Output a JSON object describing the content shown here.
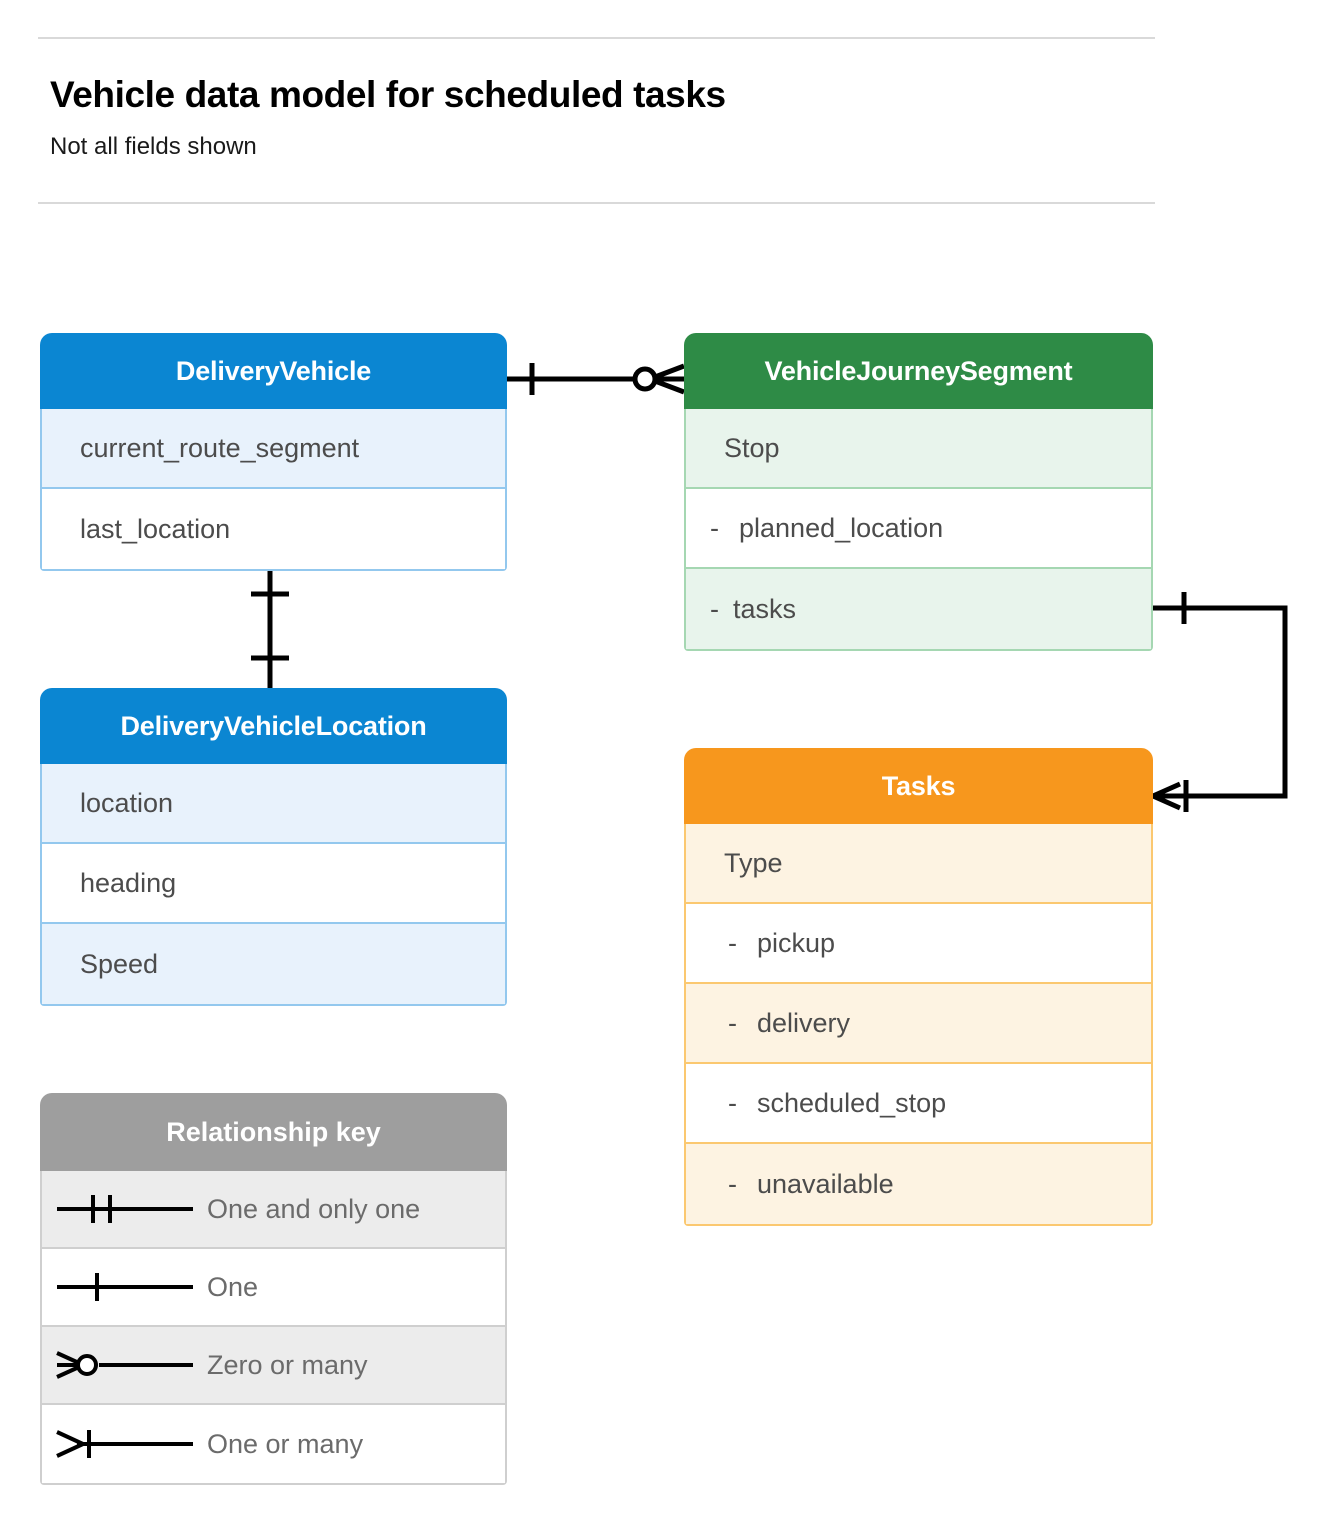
{
  "header": {
    "title": "Vehicle data model for scheduled tasks",
    "subtitle": "Not all fields shown"
  },
  "colors": {
    "blue_header": "#0b86d2",
    "blue_row_alt": "#e8f2fc",
    "blue_border": "#93c8ee",
    "green_header": "#2e8b46",
    "green_row_alt": "#e8f4ec",
    "green_border": "#a5d7b2",
    "orange_header": "#f7971d",
    "orange_row_alt": "#fdf3e2",
    "orange_border": "#fbc870",
    "grey_header": "#9e9e9e",
    "grey_row_alt": "#ececec",
    "grey_border": "#cfcfcf",
    "connector_line": "#000000",
    "rule": "#d9d9d9",
    "field_text": "#4c4c4c",
    "legend_text": "#6b6b6b"
  },
  "entities": {
    "delivery_vehicle": {
      "name": "DeliveryVehicle",
      "fields": [
        {
          "dash": "",
          "label": "current_route_segment"
        },
        {
          "dash": "",
          "label": "last_location"
        }
      ]
    },
    "delivery_vehicle_location": {
      "name": "DeliveryVehicleLocation",
      "fields": [
        {
          "dash": "",
          "label": "location"
        },
        {
          "dash": "",
          "label": "heading"
        },
        {
          "dash": "",
          "label": "Speed"
        }
      ]
    },
    "vehicle_journey_segment": {
      "name": "VehicleJourneySegment",
      "fields": [
        {
          "dash": "",
          "label": "Stop"
        },
        {
          "dash": "-",
          "label": "planned_location"
        },
        {
          "dash": "-",
          "label": "tasks"
        }
      ]
    },
    "tasks": {
      "name": "Tasks",
      "fields": [
        {
          "dash": "",
          "label": "Type"
        },
        {
          "dash": "-",
          "label": "pickup"
        },
        {
          "dash": "-",
          "label": "delivery"
        },
        {
          "dash": "-",
          "label": "scheduled_stop"
        },
        {
          "dash": "-",
          "label": "unavailable"
        }
      ]
    }
  },
  "relationship_key": {
    "title": "Relationship key",
    "rows": [
      {
        "symbol": "one-and-only-one",
        "label": "One and only one"
      },
      {
        "symbol": "one",
        "label": "One"
      },
      {
        "symbol": "zero-or-many",
        "label": "Zero or many"
      },
      {
        "symbol": "one-or-many",
        "label": "One or many"
      }
    ]
  },
  "connectors": [
    {
      "id": "vehicle-to-journey-segment",
      "from": "DeliveryVehicle",
      "to": "VehicleJourneySegment",
      "from_cardinality": "One",
      "to_cardinality": "Zero or many"
    },
    {
      "id": "vehicle-to-vehicle-location",
      "from": "DeliveryVehicle",
      "to": "DeliveryVehicleLocation",
      "from_cardinality": "One",
      "to_cardinality": "One"
    },
    {
      "id": "journey-segment-tasks-to-tasks",
      "from": "VehicleJourneySegment",
      "to": "Tasks",
      "from_cardinality": "One",
      "to_cardinality": "One or many"
    }
  ]
}
